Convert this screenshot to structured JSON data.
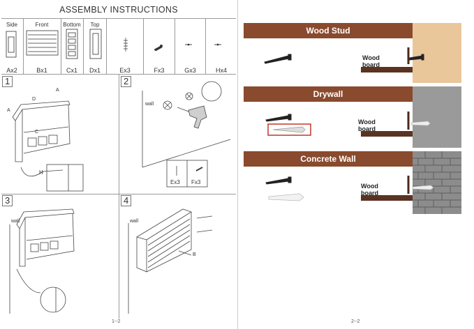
{
  "page1": {
    "title": "ASSEMBLY INSTRUCTIONS",
    "parts": [
      {
        "name": "Side",
        "qty": "Ax2"
      },
      {
        "name": "Front",
        "qty": "Bx1"
      },
      {
        "name": "Bottom",
        "qty": "Cx1"
      },
      {
        "name": "Top",
        "qty": "Dx1"
      },
      {
        "name": "",
        "qty": "Ex3"
      },
      {
        "name": "",
        "qty": "Fx3"
      },
      {
        "name": "",
        "qty": "Gx3"
      },
      {
        "name": "",
        "qty": "Hx4"
      }
    ],
    "steps": [
      {
        "number": "1",
        "labels": [
          "A",
          "D",
          "A",
          "C",
          "H"
        ]
      },
      {
        "number": "2",
        "labels": [
          "wall",
          "Ex3",
          "Fx3"
        ]
      },
      {
        "number": "3",
        "labels": [
          "wall"
        ]
      },
      {
        "number": "4",
        "labels": [
          "wall",
          "B"
        ]
      }
    ],
    "page_number": "1--2"
  },
  "page2": {
    "sections": [
      {
        "title": "Wood Stud",
        "board_label_1": "Wood",
        "board_label_2": "board"
      },
      {
        "title": "Drywall",
        "board_label_1": "Wood",
        "board_label_2": "board"
      },
      {
        "title": "Concrete Wall",
        "board_label_1": "Wood",
        "board_label_2": "board"
      }
    ],
    "page_number": "2--2"
  },
  "colors": {
    "band": "#8a4a2e",
    "wood": "#e9c79b",
    "drywall": "#9a9a9a",
    "brick": "#8c8c8c",
    "highlight": "#c0392b"
  }
}
